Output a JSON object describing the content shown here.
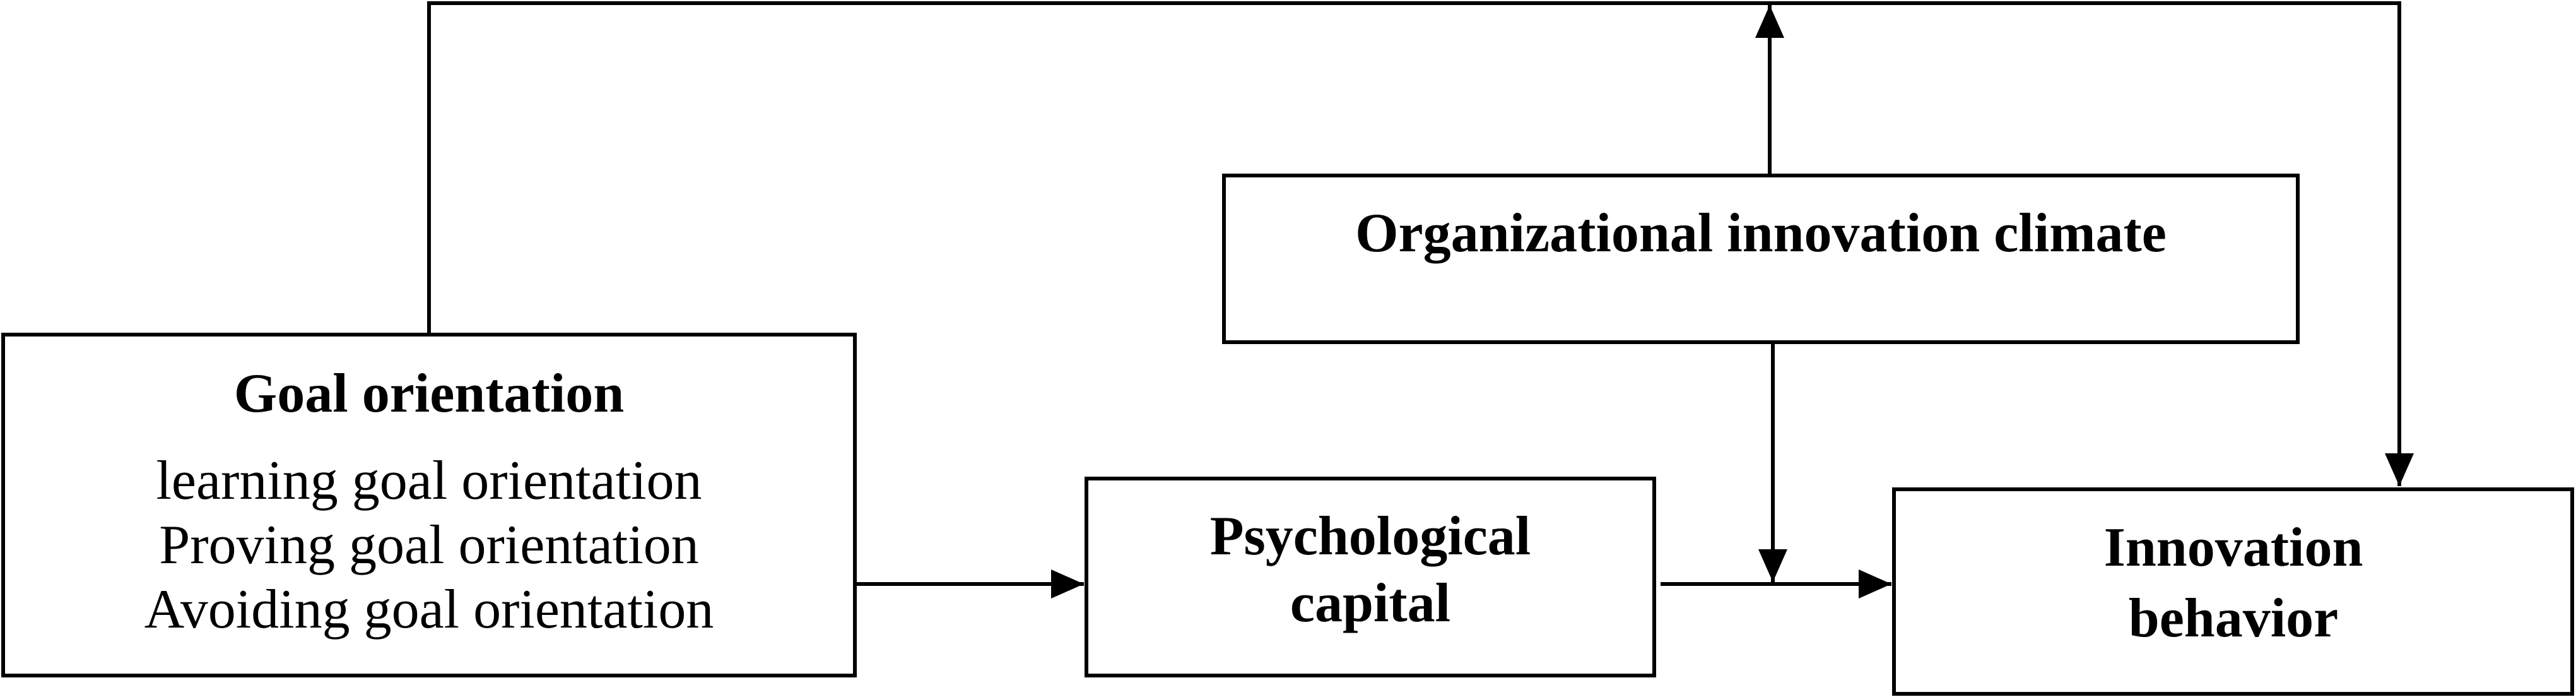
{
  "boxes": {
    "goal": {
      "title": "Goal orientation",
      "items": [
        "learning goal orientation",
        "Proving goal orientation",
        "Avoiding goal orientation"
      ]
    },
    "climate": {
      "title": "Organizational innovation climate"
    },
    "capital": {
      "title_line1": "Psychological",
      "title_line2": "capital"
    },
    "innovation": {
      "title_line1": "Innovation",
      "title_line2": "behavior"
    }
  },
  "colors": {
    "stroke": "#000000",
    "background": "#ffffff"
  }
}
